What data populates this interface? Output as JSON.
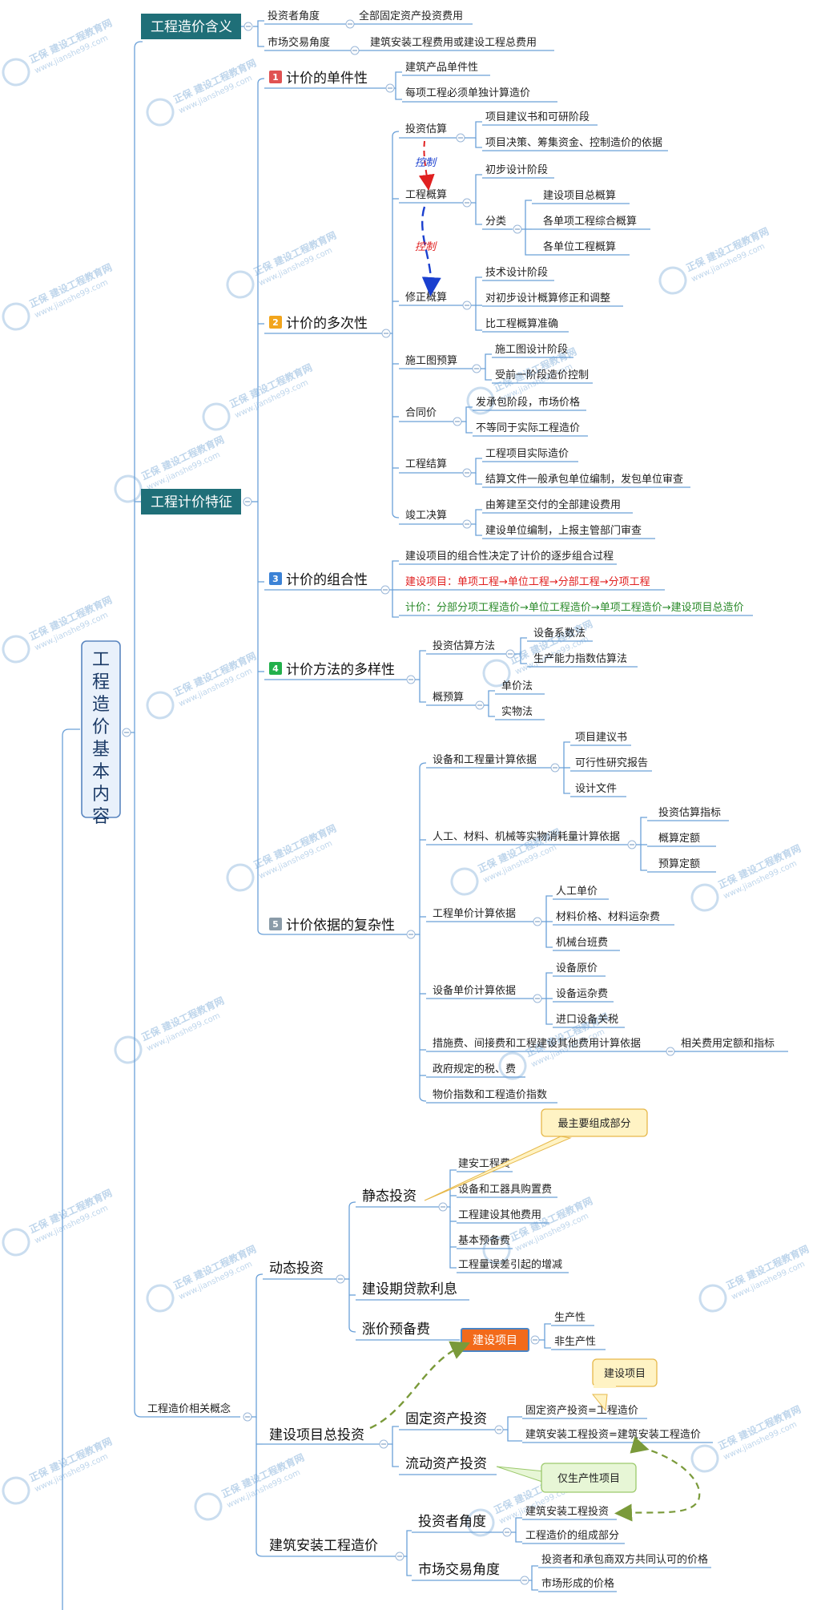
{
  "root": {
    "label": "工程造价基本内容"
  },
  "branch_meaning": {
    "label": "工程造价含义",
    "items": [
      {
        "label": "投资者角度",
        "child": "全部固定资产投资费用"
      },
      {
        "label": "市场交易角度",
        "child": "建筑安装工程费用或建设工程总费用"
      }
    ]
  },
  "branch_features": {
    "label": "工程计价特征",
    "f1": {
      "num": "1",
      "label": "计价的单件性",
      "color": "#e05252",
      "items": [
        "建筑产品单件性",
        "每项工程必须单独计算造价"
      ]
    },
    "f2": {
      "num": "2",
      "label": "计价的多次性",
      "color": "#f2a51c",
      "stages": [
        {
          "label": "投资估算",
          "items": [
            "项目建议书和可研阶段",
            "项目决策、筹集资金、控制造价的依据"
          ]
        },
        {
          "label": "工程概算",
          "items": [
            "初步设计阶段"
          ],
          "sub_label": "分类",
          "sub_items": [
            "建设项目总概算",
            "各单项工程综合概算",
            "各单位工程概算"
          ]
        },
        {
          "label": "修正概算",
          "items": [
            "技术设计阶段",
            "对初步设计概算修正和调整",
            "比工程概算准确"
          ]
        },
        {
          "label": "施工图预算",
          "items": [
            "施工图设计阶段",
            "受前一阶段造价控制"
          ]
        },
        {
          "label": "合同价",
          "items": [
            "发承包阶段，市场价格",
            "不等同于实际工程造价"
          ]
        },
        {
          "label": "工程结算",
          "items": [
            "工程项目实际造价",
            "结算文件一般承包单位编制，发包单位审查"
          ]
        },
        {
          "label": "竣工决算",
          "items": [
            "由筹建至交付的全部建设费用",
            "建设单位编制，上报主管部门审查"
          ]
        }
      ],
      "control_1": "控制",
      "control_2": "控制"
    },
    "f3": {
      "num": "3",
      "label": "计价的组合性",
      "color": "#3b82d6",
      "items": [
        "建设项目的组合性决定了计价的逐步组合过程",
        "建设项目：单项工程→单位工程→分部工程→分项工程",
        "计价：分部分项工程造价→单位工程造价→单项工程造价→建设项目总造价"
      ]
    },
    "f4": {
      "num": "4",
      "label": "计价方法的多样性",
      "color": "#22b04b",
      "items": [
        {
          "label": "投资估算方法",
          "items": [
            "设备系数法",
            "生产能力指数估算法"
          ]
        },
        {
          "label": "概预算",
          "items": [
            "单价法",
            "实物法"
          ]
        }
      ]
    },
    "f5": {
      "num": "5",
      "label": "计价依据的复杂性",
      "color": "#8a9ba8",
      "items": [
        {
          "label": "设备和工程量计算依据",
          "items": [
            "项目建议书",
            "可行性研究报告",
            "设计文件"
          ]
        },
        {
          "label": "人工、材料、机械等实物消耗量计算依据",
          "items": [
            "投资估算指标",
            "概算定额",
            "预算定额"
          ]
        },
        {
          "label": "工程单价计算依据",
          "items": [
            "人工单价",
            "材料价格、材料运杂费",
            "机械台班费"
          ]
        },
        {
          "label": "设备单价计算依据",
          "items": [
            "设备原价",
            "设备运杂费",
            "进口设备关税"
          ]
        },
        {
          "label": "措施费、间接费和工程建设其他费用计算依据",
          "items": [
            "相关费用定额和指标"
          ]
        },
        {
          "label": "政府规定的税、费",
          "items": []
        },
        {
          "label": "物价指数和工程造价指数",
          "items": []
        }
      ]
    }
  },
  "branch_concepts": {
    "label": "工程造价相关概念",
    "dynamic": {
      "label": "动态投资",
      "static": {
        "label": "静态投资",
        "items": [
          "建安工程费",
          "设备和工器具购置费",
          "工程建设其他费用",
          "基本预备费",
          "工程量误差引起的增减"
        ]
      },
      "interest": "建设期贷款利息",
      "price_reserve": "涨价预备费"
    },
    "project": {
      "label": "建设项目",
      "items": [
        "生产性",
        "非生产性"
      ]
    },
    "total": {
      "label": "建设项目总投资",
      "fixed": {
        "label": "固定资产投资",
        "items": [
          "固定资产投资=工程造价",
          "建筑安装工程投资=建筑安装工程造价"
        ]
      },
      "current": "流动资产投资"
    },
    "bcost": {
      "label": "建筑安装工程造价",
      "investor": {
        "label": "投资者角度",
        "items": [
          "建筑安装工程投资",
          "工程造价的组成部分"
        ]
      },
      "market": {
        "label": "市场交易角度",
        "items": [
          "投资者和承包商双方共同认可的价格",
          "市场形成的价格"
        ]
      }
    }
  },
  "callouts": {
    "main_part": "最主要组成部分",
    "project": "建设项目",
    "production_only": "仅生产性项目"
  },
  "watermark": {
    "brand": "正保",
    "name": "建设工程教育网",
    "url": "www.jianshe99.com"
  }
}
